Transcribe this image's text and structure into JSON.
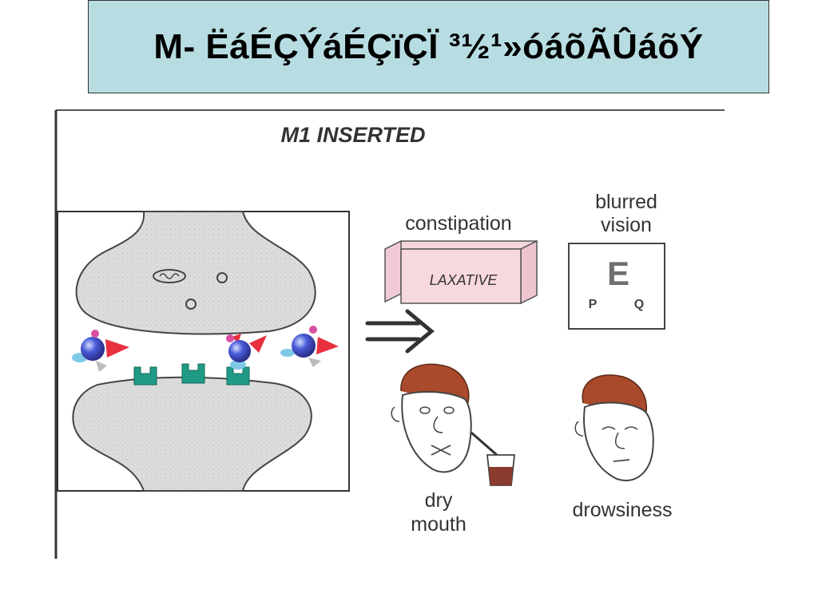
{
  "slide": {
    "title": "M- ËáÉÇÝáÉÇïÇÏ ³½¹»óáõÃÛáõÝ"
  },
  "figure": {
    "heading": "M1 INSERTED",
    "labels": {
      "constipation": "constipation",
      "laxative": "LAXATIVE",
      "blurred_line1": "blurred",
      "blurred_line2": "vision",
      "chart_big_letter": "E",
      "chart_small_left": "P",
      "chart_small_right": "Q",
      "dry_line1": "dry",
      "dry_line2": "mouth",
      "drowsiness": "drowsiness"
    }
  }
}
